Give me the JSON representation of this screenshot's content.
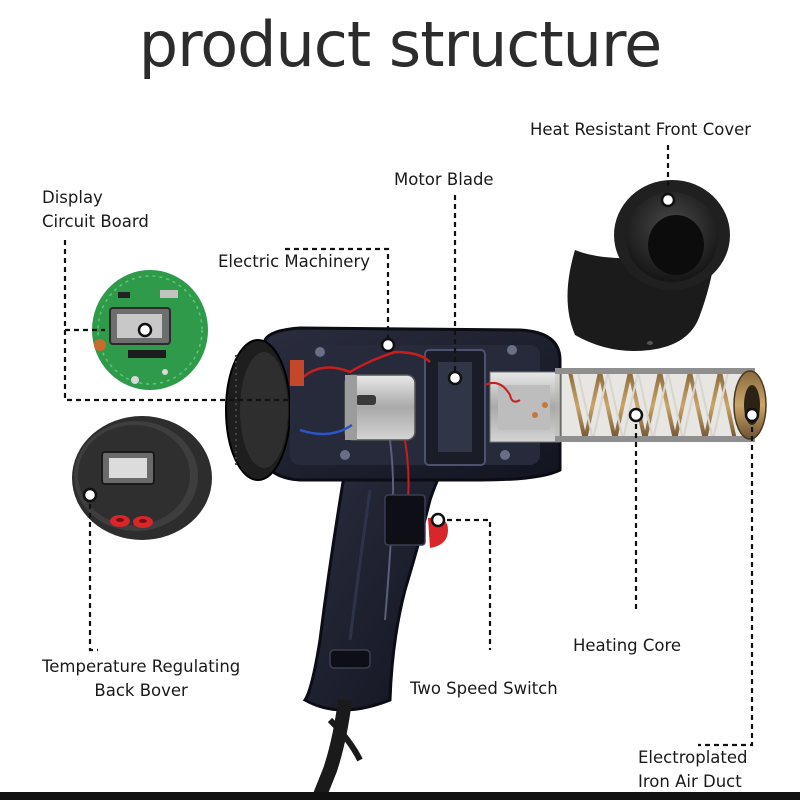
{
  "title": "product structure",
  "labels": {
    "display_circuit_board": [
      "Display",
      "Circuit Board"
    ],
    "electric_machinery": "Electric Machinery",
    "motor_blade": "Motor Blade",
    "heat_resistant_front_cover": "Heat Resistant Front Cover",
    "temperature_regulating_back_cover": [
      "Temperature Regulating",
      "Back Bover"
    ],
    "two_speed_switch": "Two Speed Switch",
    "heating_core": "Heating Core",
    "electroplated_iron_air_duct": [
      "Electroplated",
      "Iron Air Duct"
    ]
  },
  "colors": {
    "background": "#ffffff",
    "title_text": "#2c2c2c",
    "label_text": "#1a1a1a",
    "leader_line": "#111111",
    "body_shell": "#1b1d2a",
    "pcb_green": "#2e9a4a",
    "switch_red": "#d8262a"
  }
}
